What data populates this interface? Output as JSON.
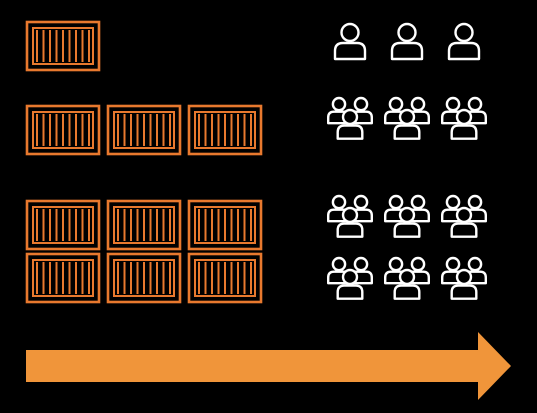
{
  "colors": {
    "background": "#000000",
    "container_stroke": "#e8792e",
    "person_stroke": "#ffffff",
    "arrow_fill": "#f0953a"
  },
  "icons": {
    "container": "shipping-container-icon",
    "single_person": "person-icon",
    "group": "people-group-icon",
    "arrow": "right-arrow"
  },
  "tiers": [
    {
      "containers": 1,
      "people_icon": "person-icon",
      "people_count": 3
    },
    {
      "containers": 3,
      "people_icon": "people-group-icon",
      "people_count": 3
    },
    {
      "containers": 6,
      "people_icon": "people-group-icon",
      "people_count": 6
    }
  ]
}
